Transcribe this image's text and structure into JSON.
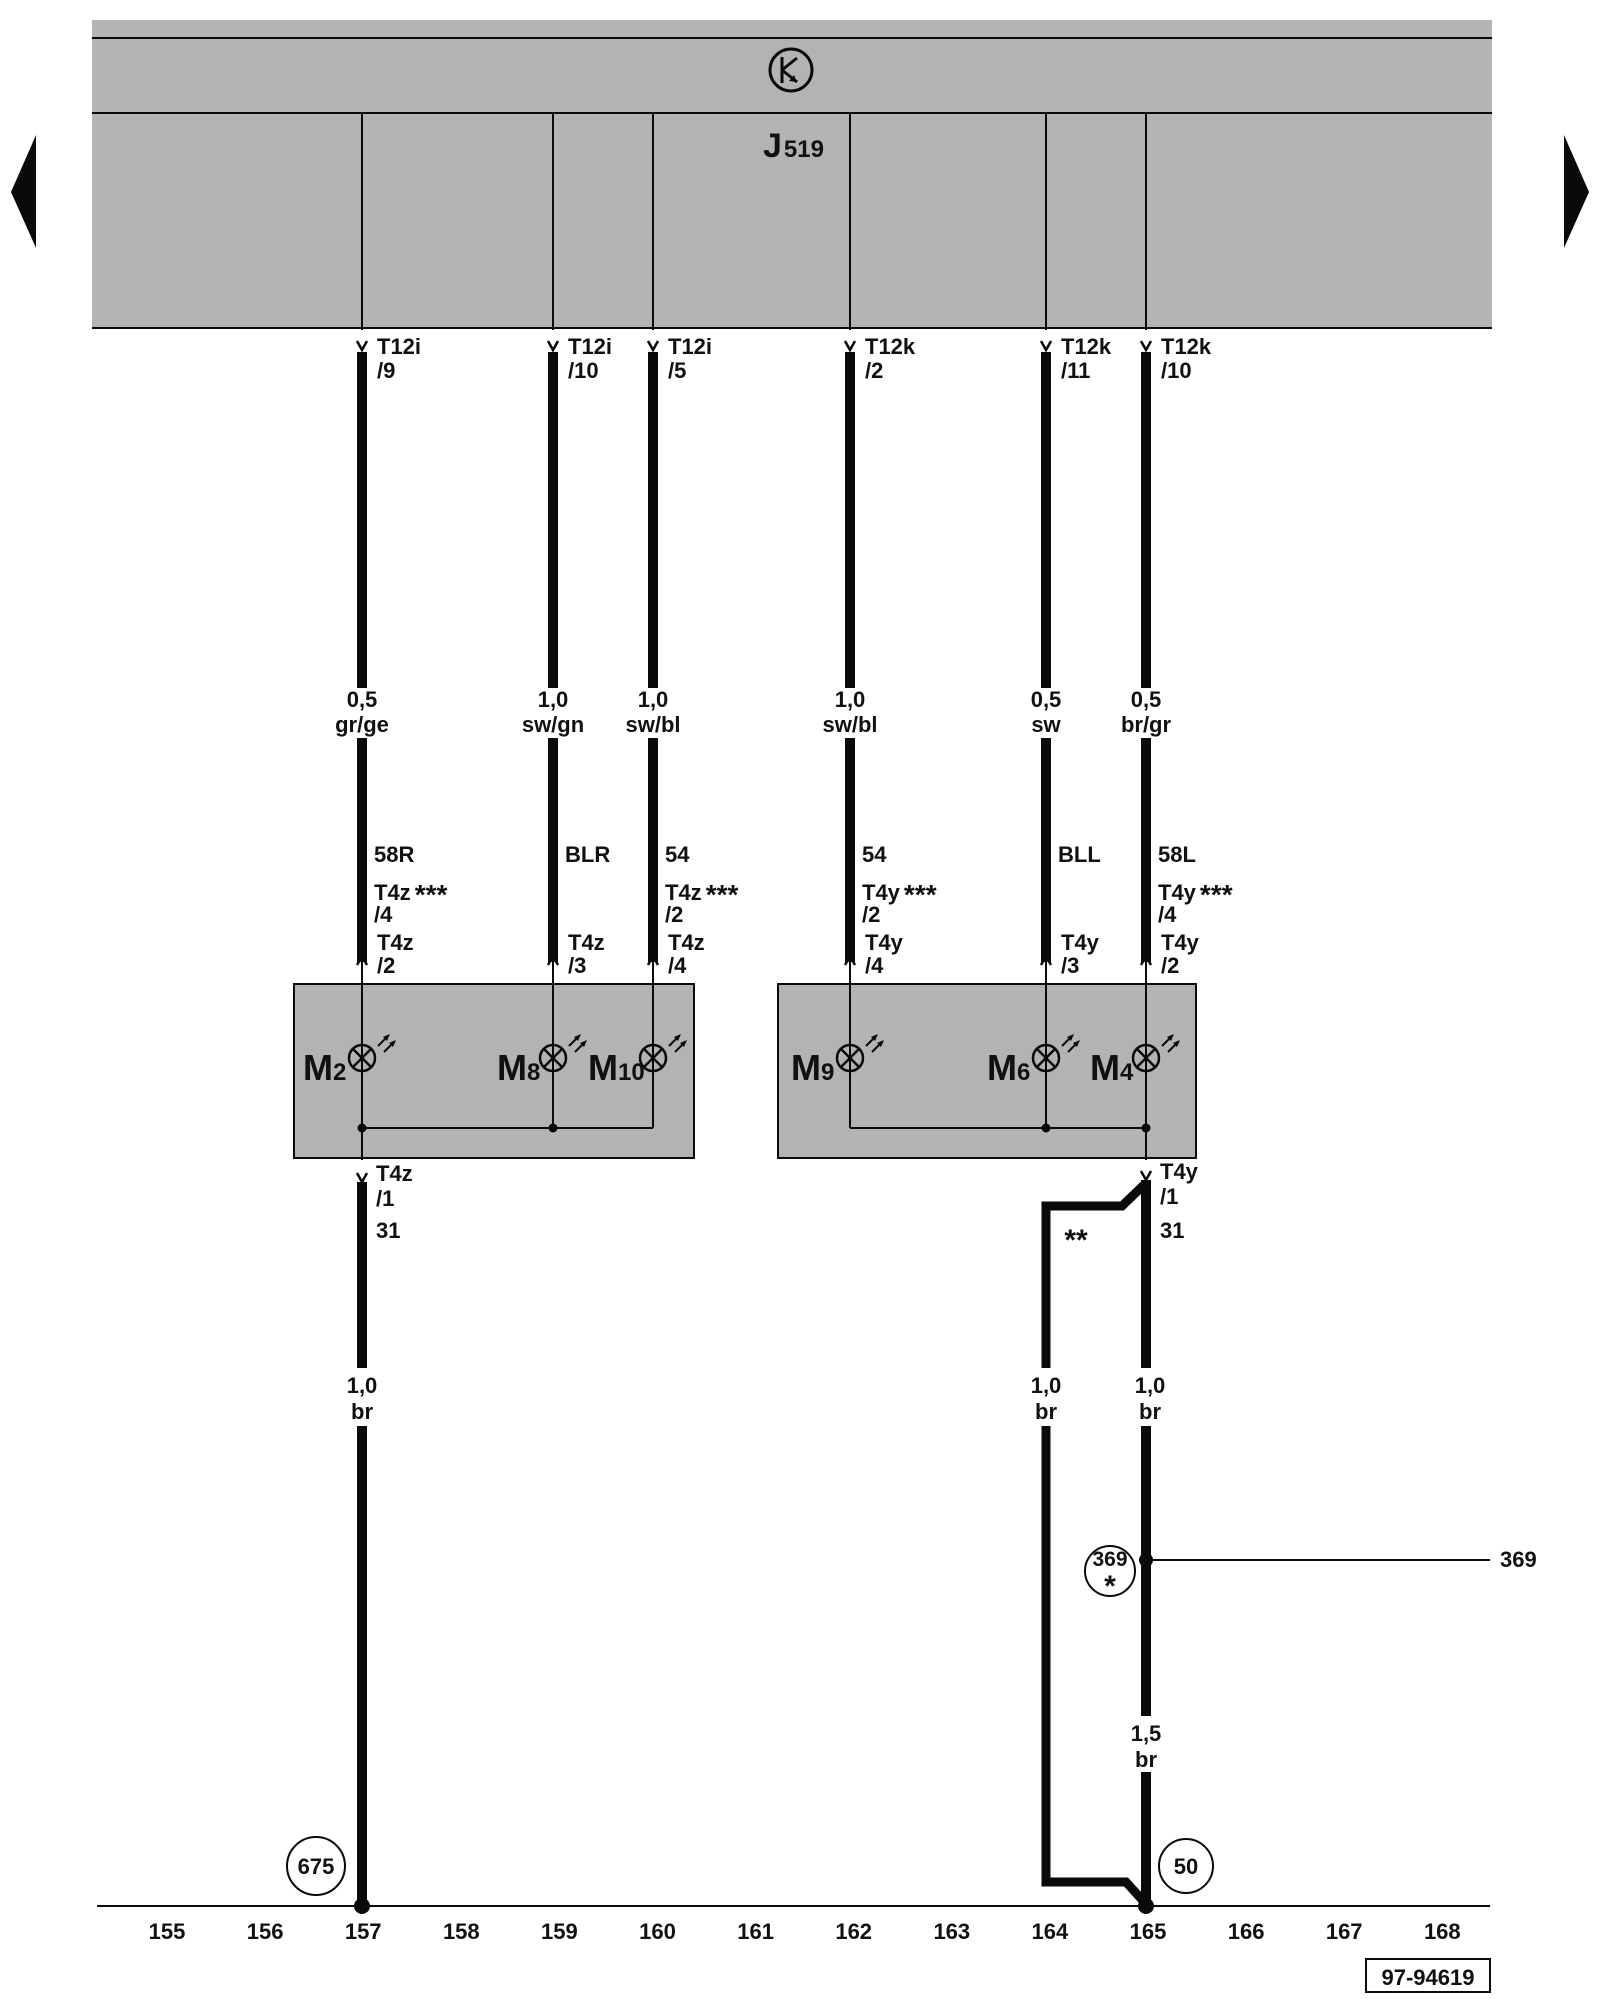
{
  "colors": {
    "module_fill": "#b3b3b3",
    "wire": "#0a0a0a",
    "background": "#ffffff"
  },
  "nav": {
    "prev_icon": "triangle-left-icon",
    "next_icon": "triangle-right-icon"
  },
  "control_unit": {
    "label_main": "J",
    "label_sub": "519",
    "icon": "transistor-circle-icon"
  },
  "wires": [
    {
      "pin_top": "T12i",
      "pin_top_num": "/9",
      "size": "0,5",
      "color": "gr/ge",
      "signal": "58R",
      "conn": "T4z",
      "conn_suffix": "***",
      "conn_num": "/4",
      "pin_bot": "T4z",
      "pin_bot_num": "/2"
    },
    {
      "pin_top": "T12i",
      "pin_top_num": "/10",
      "size": "1,0",
      "color": "sw/gn",
      "signal": "BLR",
      "conn": "",
      "conn_suffix": "",
      "conn_num": "",
      "pin_bot": "T4z",
      "pin_bot_num": "/3"
    },
    {
      "pin_top": "T12i",
      "pin_top_num": "/5",
      "size": "1,0",
      "color": "sw/bl",
      "signal": "54",
      "conn": "T4z",
      "conn_suffix": "***",
      "conn_num": "/2",
      "pin_bot": "T4z",
      "pin_bot_num": "/4"
    },
    {
      "pin_top": "T12k",
      "pin_top_num": "/2",
      "size": "1,0",
      "color": "sw/bl",
      "signal": "54",
      "conn": "T4y",
      "conn_suffix": "***",
      "conn_num": "/2",
      "pin_bot": "T4y",
      "pin_bot_num": "/4"
    },
    {
      "pin_top": "T12k",
      "pin_top_num": "/11",
      "size": "0,5",
      "color": "sw",
      "signal": "BLL",
      "conn": "",
      "conn_suffix": "",
      "conn_num": "",
      "pin_bot": "T4y",
      "pin_bot_num": "/3"
    },
    {
      "pin_top": "T12k",
      "pin_top_num": "/10",
      "size": "0,5",
      "color": "br/gr",
      "signal": "58L",
      "conn": "T4y",
      "conn_suffix": "***",
      "conn_num": "/4",
      "pin_bot": "T4y",
      "pin_bot_num": "/2"
    }
  ],
  "lamps": [
    {
      "main": "M",
      "sub": "2"
    },
    {
      "main": "M",
      "sub": "8"
    },
    {
      "main": "M",
      "sub": "10"
    },
    {
      "main": "M",
      "sub": "9"
    },
    {
      "main": "M",
      "sub": "6"
    },
    {
      "main": "M",
      "sub": "4"
    }
  ],
  "ground_left": {
    "pin": "T4z",
    "pin_num": "/1",
    "terminal": "31",
    "size": "1,0",
    "color": "br",
    "ground_point": "675"
  },
  "ground_right": {
    "pin": "T4y",
    "pin_num": "/1",
    "terminal": "31",
    "bypass_marker": "**",
    "bypass_size": "1,0",
    "bypass_color": "br",
    "main_size": "1,0",
    "main_color": "br",
    "junction_id": "369",
    "junction_marker": "*",
    "lower_size": "1,5",
    "lower_color": "br",
    "ground_point": "50",
    "cross_ref": "369"
  },
  "ruler": [
    "155",
    "156",
    "157",
    "158",
    "159",
    "160",
    "161",
    "162",
    "163",
    "164",
    "165",
    "166",
    "167",
    "168"
  ],
  "doc_id": "97-94619"
}
